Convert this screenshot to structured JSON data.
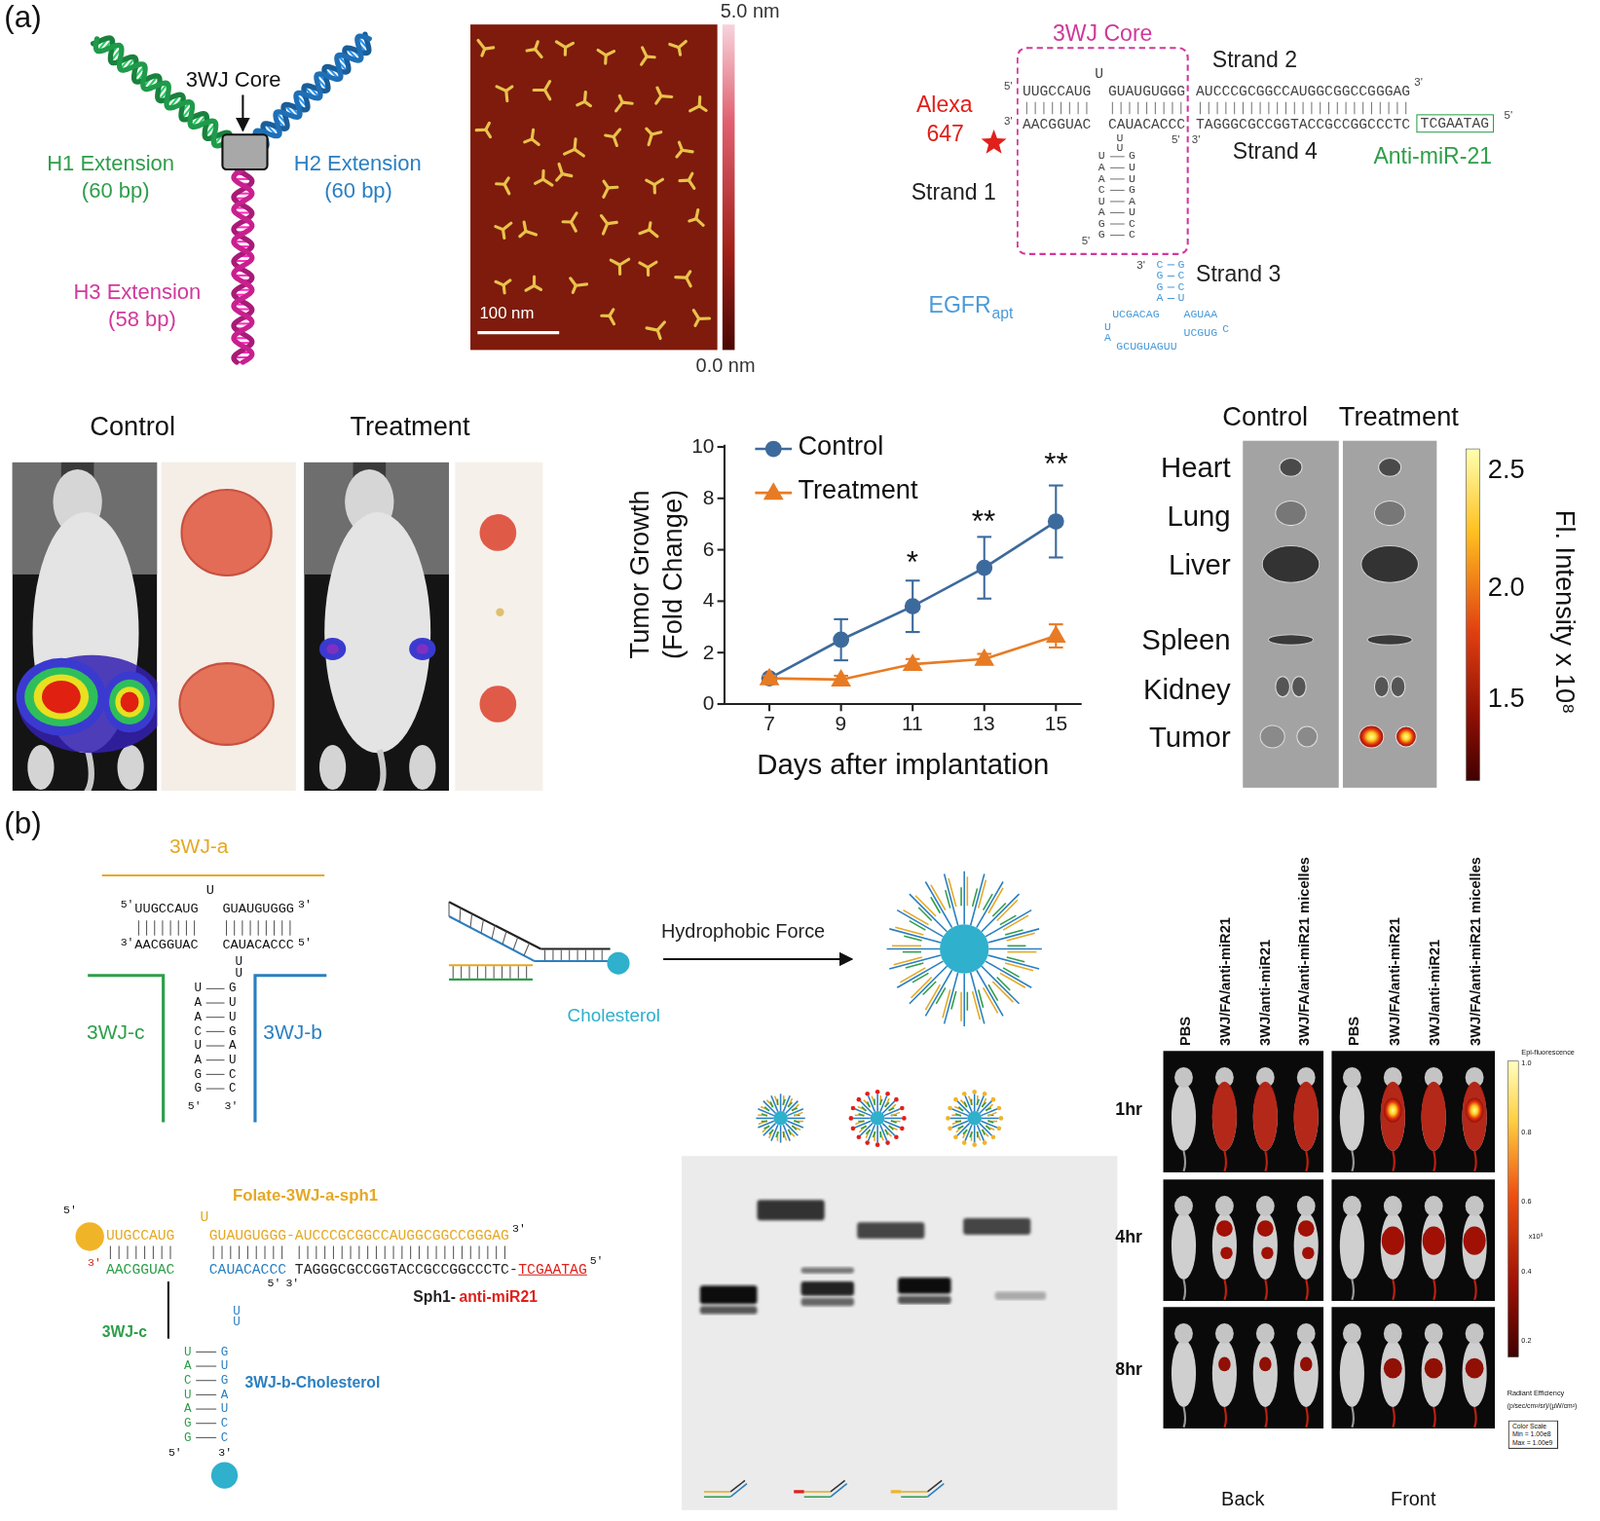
{
  "diagram": {
    "nodes": [
      {
        "text": [
          "3WJ Core"
        ]
      },
      {
        "text": [
          "TCGAATAG"
        ]
      },
      {
        "text": [
          "Color Scale",
          "Min = 1.00e8",
          "Max = 1.00e9"
        ]
      }
    ],
    "labels": [
      "(a)",
      "3WJ Core",
      "H1 Extension",
      "(60 bp)",
      "H2 Extension",
      "(60 bp)",
      "H3 Extension",
      "(58 bp)",
      "5.0 nm",
      "0.0 nm",
      "100 nm",
      "Strand 2",
      "5'",
      "UUGCCAUG",
      "U",
      "GUAUGUGGG",
      "AUCCCGCGGCCAUGGCGGCCGGGAG",
      "3'",
      "Alexa",
      "647",
      "3'",
      "AACGGUAC",
      "CAUACACCC",
      "5'",
      "3'",
      "TAGGGCGCCGGTACCGCCGGCCCTC",
      "5'",
      "Strand 1",
      "Strand 4",
      "Anti-miR-21",
      "U U",
      "U A A C U A G G",
      "G U U G A U C C",
      "5'",
      "3'",
      "C G G A",
      "G C C U",
      "Strand 3",
      "EGFR",
      "apt",
      "UCGACAG",
      "U A",
      "GCUGUAGUU",
      "AGUAA",
      "C",
      "UCGUG",
      "Control",
      "Treatment",
      "10",
      "8",
      "6",
      "4",
      "2",
      "0",
      "7",
      "9",
      "11",
      "13",
      "15",
      "Tumor Growth",
      "(Fold Change)",
      "Days after implantation",
      "*",
      "**",
      "**",
      "Control",
      "Treatment",
      "Heart",
      "Lung",
      "Liver",
      "Spleen",
      "Kidney",
      "Tumor",
      "2.5",
      "2.0",
      "1.5",
      "Fl. Intensity x 10⁸",
      "(b)",
      "3WJ-a",
      "5'",
      "UUGCCAUG",
      "U",
      "GUAUGUGGG",
      "3'",
      "3'",
      "AACGGUAC",
      "CAUACACCC",
      "5'",
      "U U",
      "3WJ-c",
      "3WJ-b",
      "U A A C U A G G",
      "G U U G A U C C",
      "5'",
      "3'",
      "Cholesterol",
      "Hydrophobic Force",
      "Folate-3WJ-a-sph1",
      "5'",
      "UUGCCAUG",
      "U",
      "GUAUGUGGG-AUCCCGCGGCCAUGGCGGCCGGGAG",
      "3'",
      "3'",
      "AACGGUAC",
      "CAUACACCC",
      "5'",
      "3'",
      "TAGGGCGCCGGTACCGCCGGCCCTC-",
      "TCGAATAG",
      "5'",
      "Sph1-",
      "anti-miR21",
      "3WJ-c",
      "U U",
      "U A C U A G G",
      "G U G A U C C",
      "3WJ-b-Cholesterol",
      "5'",
      "3'",
      "PBS",
      "3WJ/FA/anti-miR21",
      "3WJ/anti-miR21",
      "3WJ/FA/anti-miR21 micelles",
      "PBS",
      "3WJ/FA/anti-miR21",
      "3WJ/anti-miR21",
      "3WJ/FA/anti-miR21 micelles",
      "1hr",
      "4hr",
      "8hr",
      "Back",
      "Front",
      "Epi-fluorescence",
      "1.0",
      "0.8",
      "0.6",
      "x10⁹",
      "0.4",
      "0.2",
      "Radiant Efficiency",
      "(p/sec/cm²/sr)/(µW/cm²)"
    ],
    "legend": [
      {
        "text": "Control"
      },
      {
        "text": "Treatment"
      }
    ]
  }
}
